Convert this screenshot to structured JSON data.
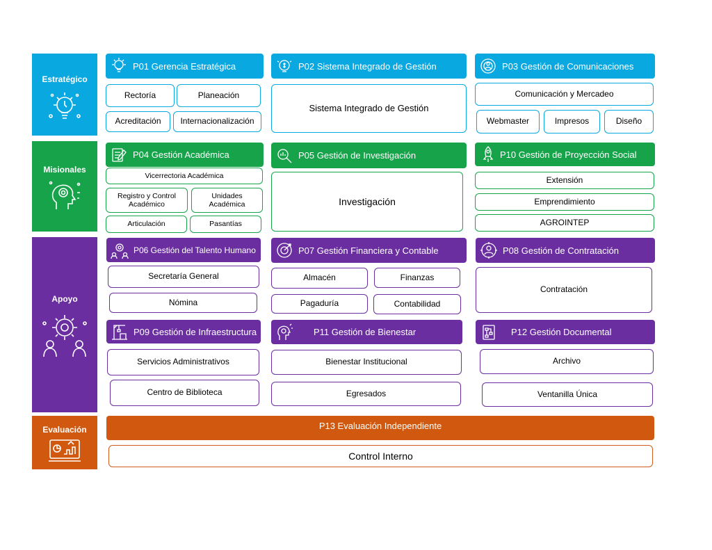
{
  "colors": {
    "estrategico": "#0aa8e0",
    "misionales": "#17a34a",
    "apoyo": "#6a2ea0",
    "evaluacion": "#d1590f"
  },
  "categories": {
    "estrategico": {
      "label": "Estratégico",
      "icon": "lightbulb-icon"
    },
    "misionales": {
      "label": "Misionales",
      "icon": "head-profile-icon"
    },
    "apoyo": {
      "label": "Apoyo",
      "icon": "gear-people-icon"
    },
    "evaluacion": {
      "label": "Evaluación",
      "icon": "presentation-chart-icon"
    }
  },
  "processes": {
    "p01": {
      "title": "P01 Gerencia Estratégica",
      "items": [
        "Rectoría",
        "Planeación",
        "Acreditación",
        "Internacionalización"
      ]
    },
    "p02": {
      "title": "P02 Sistema Integrado de Gestión",
      "items": [
        "Sistema Integrado de Gestión"
      ]
    },
    "p03": {
      "title": "P03 Gestión de Comunicaciones",
      "items": [
        "Comunicación y Mercadeo",
        "Webmaster",
        "Impresos",
        "Diseño"
      ]
    },
    "p04": {
      "title": "P04 Gestión Académica",
      "items": [
        "Vicerrectoria Académica",
        "Registro y Control Académico",
        "Unidades Académica",
        "Articulación",
        "Pasantías"
      ]
    },
    "p05": {
      "title": "P05 Gestión de Investigación",
      "items": [
        "Investigación"
      ]
    },
    "p10": {
      "title": "P10 Gestión de Proyección Social",
      "items": [
        "Extensión",
        "Emprendimiento",
        "AGROINTEP"
      ]
    },
    "p06": {
      "title": "P06 Gestión del Talento Humano",
      "items": [
        "Secretaría General",
        "Nómina"
      ]
    },
    "p07": {
      "title": "P07 Gestión Financiera y Contable",
      "items": [
        "Almacén",
        "Finanzas",
        "Pagaduría",
        "Contabilidad"
      ]
    },
    "p08": {
      "title": "P08 Gestión de Contratación",
      "items": [
        "Contratación"
      ]
    },
    "p09": {
      "title": "P09 Gestión de Infraestructura",
      "items": [
        "Servicios Administrativos",
        "Centro de Biblioteca"
      ]
    },
    "p11": {
      "title": "P11 Gestión de Bienestar",
      "items": [
        "Bienestar Institucional",
        "Egresados"
      ]
    },
    "p12": {
      "title": "P12 Gestión Documental",
      "items": [
        "Archivo",
        "Ventanilla Única"
      ]
    },
    "p13": {
      "title": "P13 Evaluación Independiente",
      "items": [
        "Control Interno"
      ]
    }
  }
}
